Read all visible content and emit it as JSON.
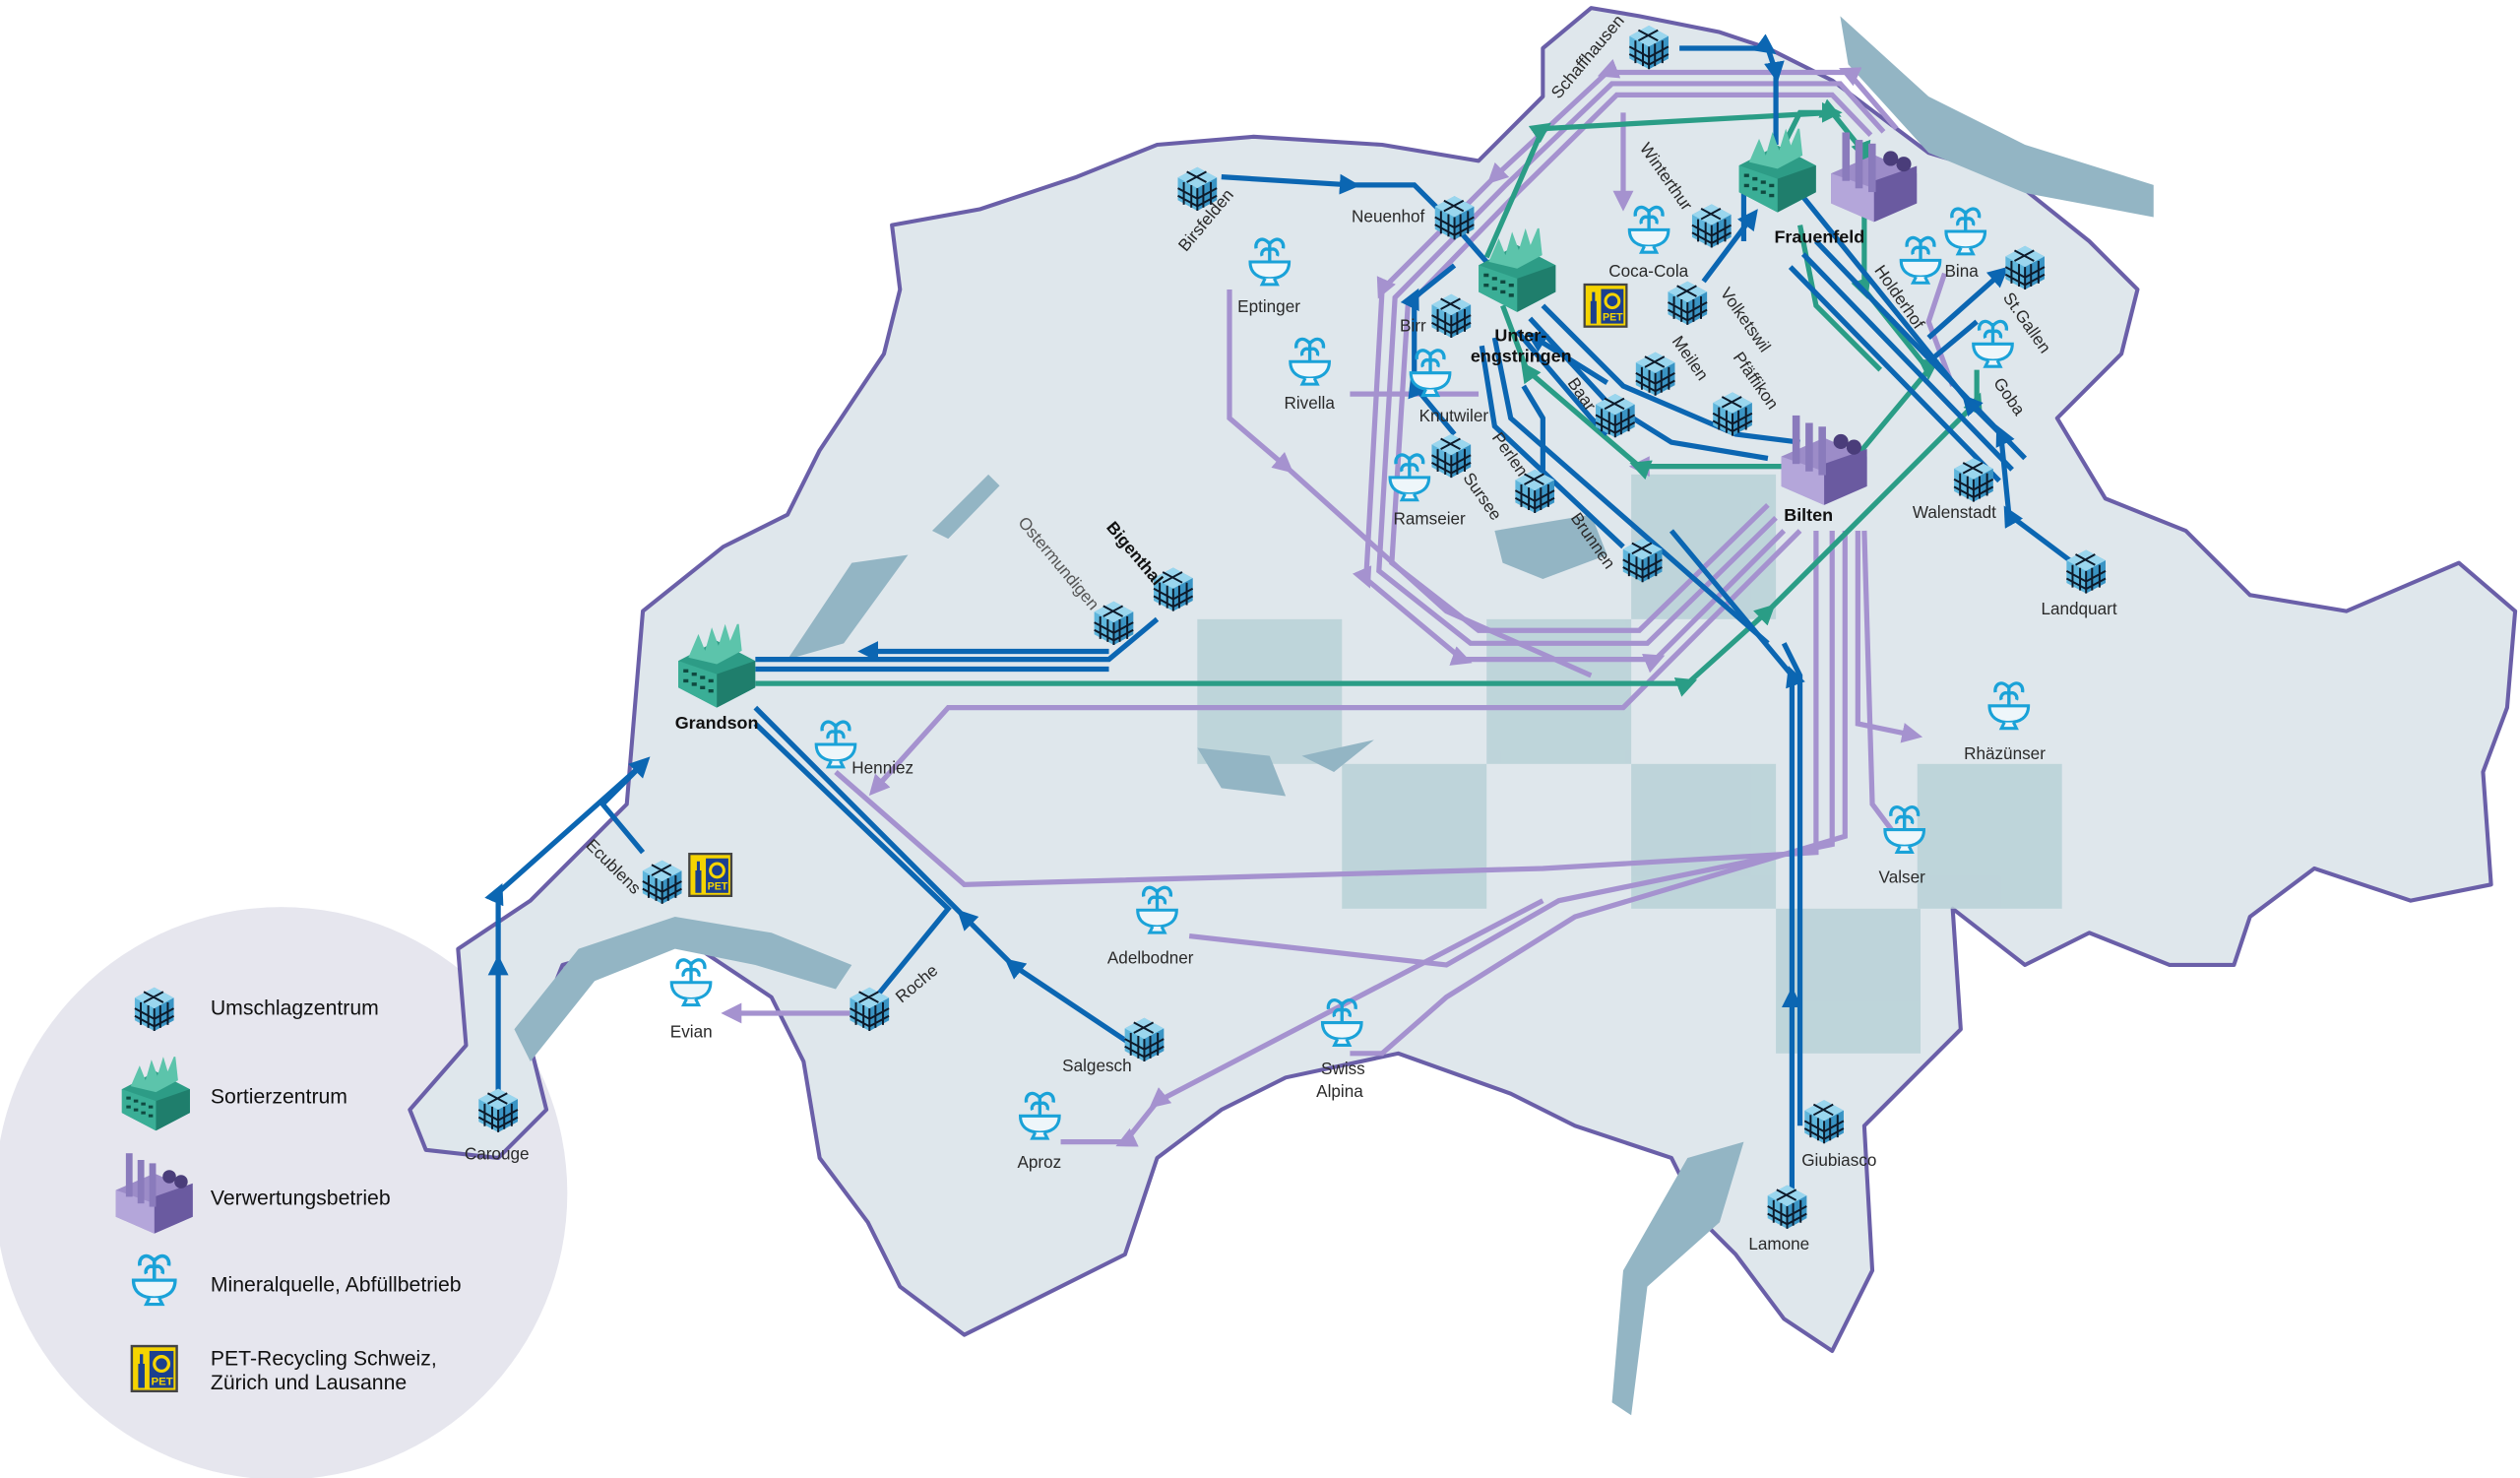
{
  "colors": {
    "land": "#dfe7ec",
    "border": "#6a5fa8",
    "lake": "#93b5c4",
    "blue_route": "#0b66b2",
    "purple_route": "#a592cf",
    "green_route": "#2a9d86",
    "legend_bg": "#e6e6ee"
  },
  "legend": [
    {
      "icon": "hub-cube-icon",
      "label": "Umschlagzentrum"
    },
    {
      "icon": "sorting-center-icon",
      "label": "Sortierzentrum"
    },
    {
      "icon": "recycling-plant-icon",
      "label": "Verwertungsbetrieb"
    },
    {
      "icon": "fountain-icon",
      "label": "Mineralquelle, Abfüllbetrieb"
    },
    {
      "icon": "pet-logo-icon",
      "label_line1": "PET-Recycling Schweiz,",
      "label_line2": "Zürich und Lausanne"
    }
  ],
  "places": {
    "schaffhausen": "Schaffhausen",
    "birsfelden": "Birsfelden",
    "neuenhof": "Neuenhof",
    "birr": "Birr",
    "winterthur": "Winterthur",
    "volketswil": "Volketswil",
    "meilen": "Meilen",
    "baar": "Baar",
    "pfaeffikon": "Pfäffikon",
    "sursee": "Sursee",
    "perlen": "Perlen",
    "brunnen": "Brunnen",
    "stgallen": "St.Gallen",
    "walenstadt": "Walenstadt",
    "landquart": "Landquart",
    "bigenthal": "Bigenthal",
    "ostermundigen": "Ostermundigen",
    "ecublens": "Ecublens",
    "roche": "Roche",
    "salgesch": "Salgesch",
    "carouge": "Carouge",
    "giubiasco": "Giubiasco",
    "lamone": "Lamone",
    "frauenfeld": "Frauenfeld",
    "unterengstringen_1": "Unter-",
    "unterengstringen_2": "engstringen",
    "grandson": "Grandson",
    "bilten": "Bilten",
    "eptinger": "Eptinger",
    "cocacola": "Coca-Cola",
    "rivella": "Rivella",
    "knutwiler": "Knutwiler",
    "ramseier": "Ramseier",
    "bina": "Bina",
    "holderhof": "Holderhof",
    "goba": "Goba",
    "rhaezuenser": "Rhäzünser",
    "valser": "Valser",
    "henniez": "Henniez",
    "evian": "Evian",
    "adelbodner": "Adelbodner",
    "swissalpina_1": "Swiss",
    "swissalpina_2": "Alpina",
    "aproz": "Aproz"
  },
  "pet_logo_text": "PET"
}
